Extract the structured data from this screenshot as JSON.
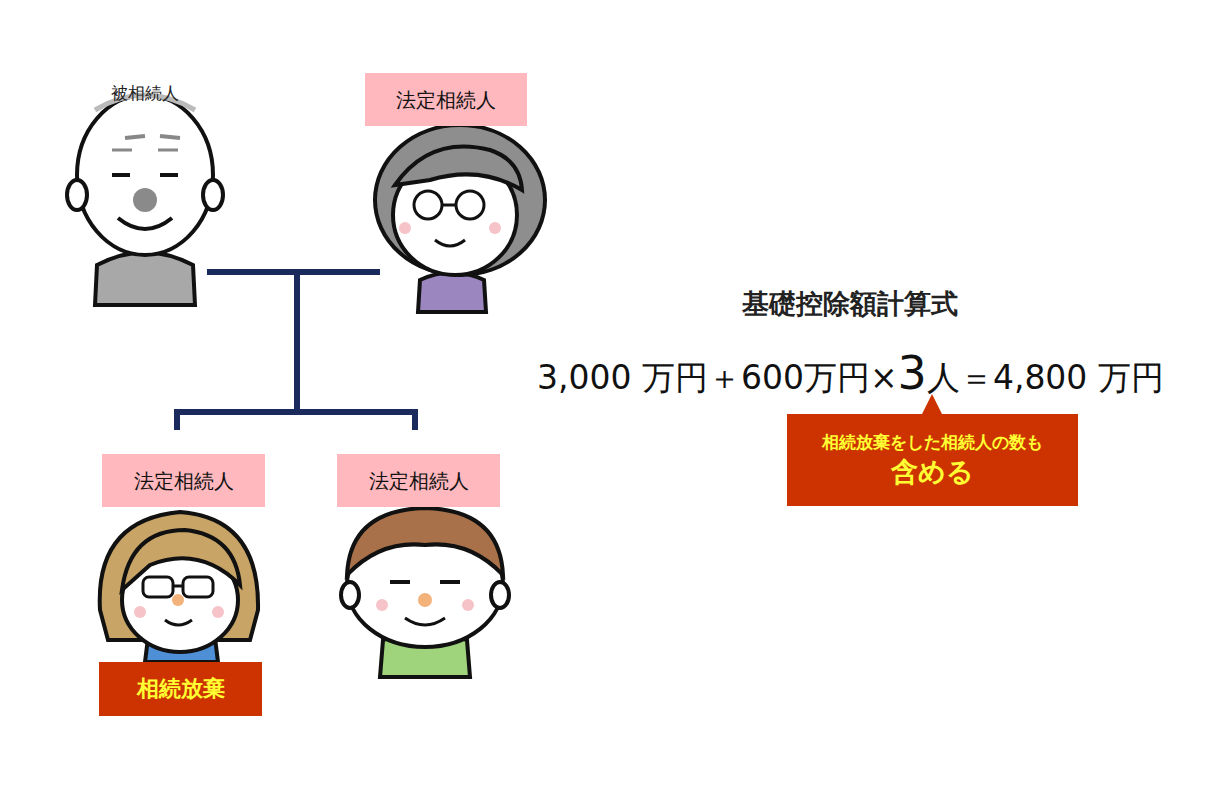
{
  "diagram": {
    "nodes": [
      {
        "text": [
          "法定相続人"
        ]
      },
      {
        "text": [
          "法定相続人"
        ]
      },
      {
        "text": [
          "法定相続人"
        ]
      },
      {
        "text": [
          "相続放棄"
        ]
      },
      {
        "text": [
          "相続放棄をした相続人の数も",
          "含める"
        ]
      }
    ],
    "labels": [
      "被相続人",
      "基礎控除額計算式",
      "3,000 万円＋600万円×",
      "3",
      "人＝4,800 万円"
    ]
  }
}
